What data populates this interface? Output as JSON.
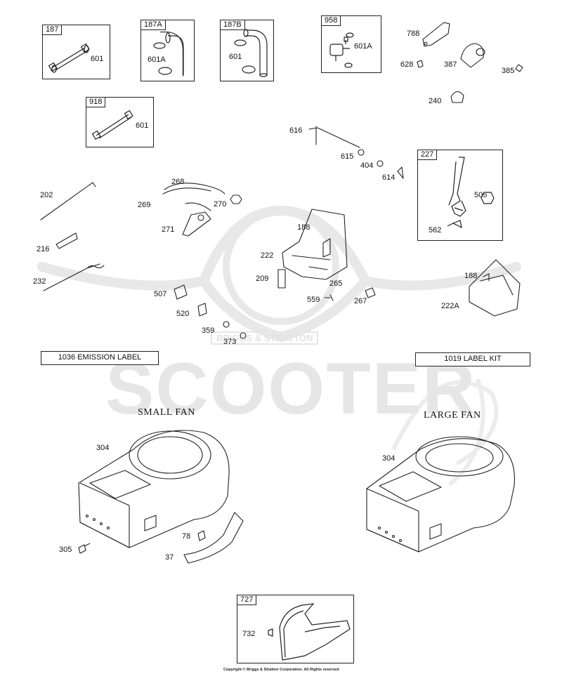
{
  "watermark": {
    "brand_text": "SCOOTER",
    "script_text": "HP",
    "band_text": "BRIGGS & STRATTON"
  },
  "boxes": [
    {
      "key": "187",
      "tag": "187",
      "parts": [
        "601"
      ]
    },
    {
      "key": "187A",
      "tag": "187A",
      "parts": [
        "601A"
      ]
    },
    {
      "key": "187B",
      "tag": "187B",
      "parts": [
        "601"
      ]
    },
    {
      "key": "958",
      "tag": "958",
      "parts": [
        "601A"
      ]
    },
    {
      "key": "918",
      "tag": "918",
      "parts": [
        "601"
      ]
    },
    {
      "key": "227",
      "tag": "227",
      "parts": [
        "505",
        "562"
      ]
    },
    {
      "key": "727",
      "tag": "727",
      "parts": [
        "732"
      ]
    }
  ],
  "parts": {
    "p788": "788",
    "p628": "628",
    "p387": "387",
    "p385": "385",
    "p240": "240",
    "p616": "616",
    "p615": "615",
    "p404": "404",
    "p614": "614",
    "p268": "268",
    "p269": "269",
    "p270": "270",
    "p271": "271",
    "p202": "202",
    "p216": "216",
    "p232": "232",
    "p188a": "188",
    "p222": "222",
    "p209": "209",
    "p265": "265",
    "p559": "559",
    "p267": "267",
    "p507": "507",
    "p520": "520",
    "p359": "359",
    "p373": "373",
    "p188b": "188",
    "p222A": "222A",
    "p304a": "304",
    "p304b": "304",
    "p305": "305",
    "p78": "78",
    "p37": "37"
  },
  "banners": {
    "emission": "1036 EMISSION LABEL",
    "labelkit": "1019 LABEL KIT"
  },
  "headings": {
    "small_fan": "SMALL FAN",
    "large_fan": "LARGE FAN"
  },
  "copyright": "Copyright © Briggs & Stratton Corporation. All Rights reserved"
}
